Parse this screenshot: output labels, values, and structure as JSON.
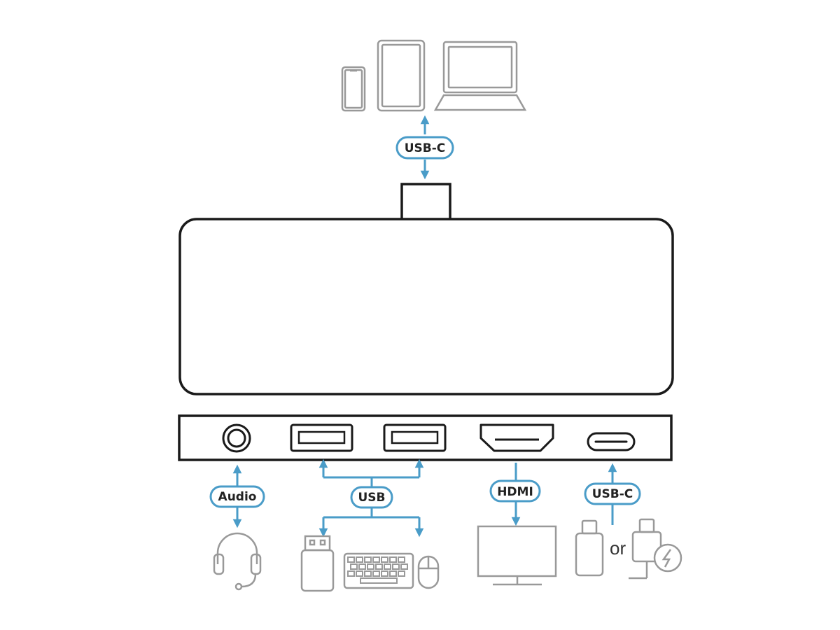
{
  "labels": {
    "host_port": "USB-C",
    "audio": "Audio",
    "usb": "USB",
    "hdmi": "HDMI",
    "pd_port": "USB-C",
    "or": "or"
  },
  "colors": {
    "accent": "#4a9cc8",
    "outline": "#1a1a1a",
    "device_gray": "#999999",
    "label_text": "#222222"
  },
  "icons": [
    "smartphone-icon",
    "tablet-icon",
    "laptop-icon",
    "headset-icon",
    "usb-flash-drive-icon",
    "keyboard-icon",
    "mouse-icon",
    "monitor-icon",
    "usb-c-flash-drive-icon",
    "charger-cable-icon",
    "lightning-icon"
  ]
}
